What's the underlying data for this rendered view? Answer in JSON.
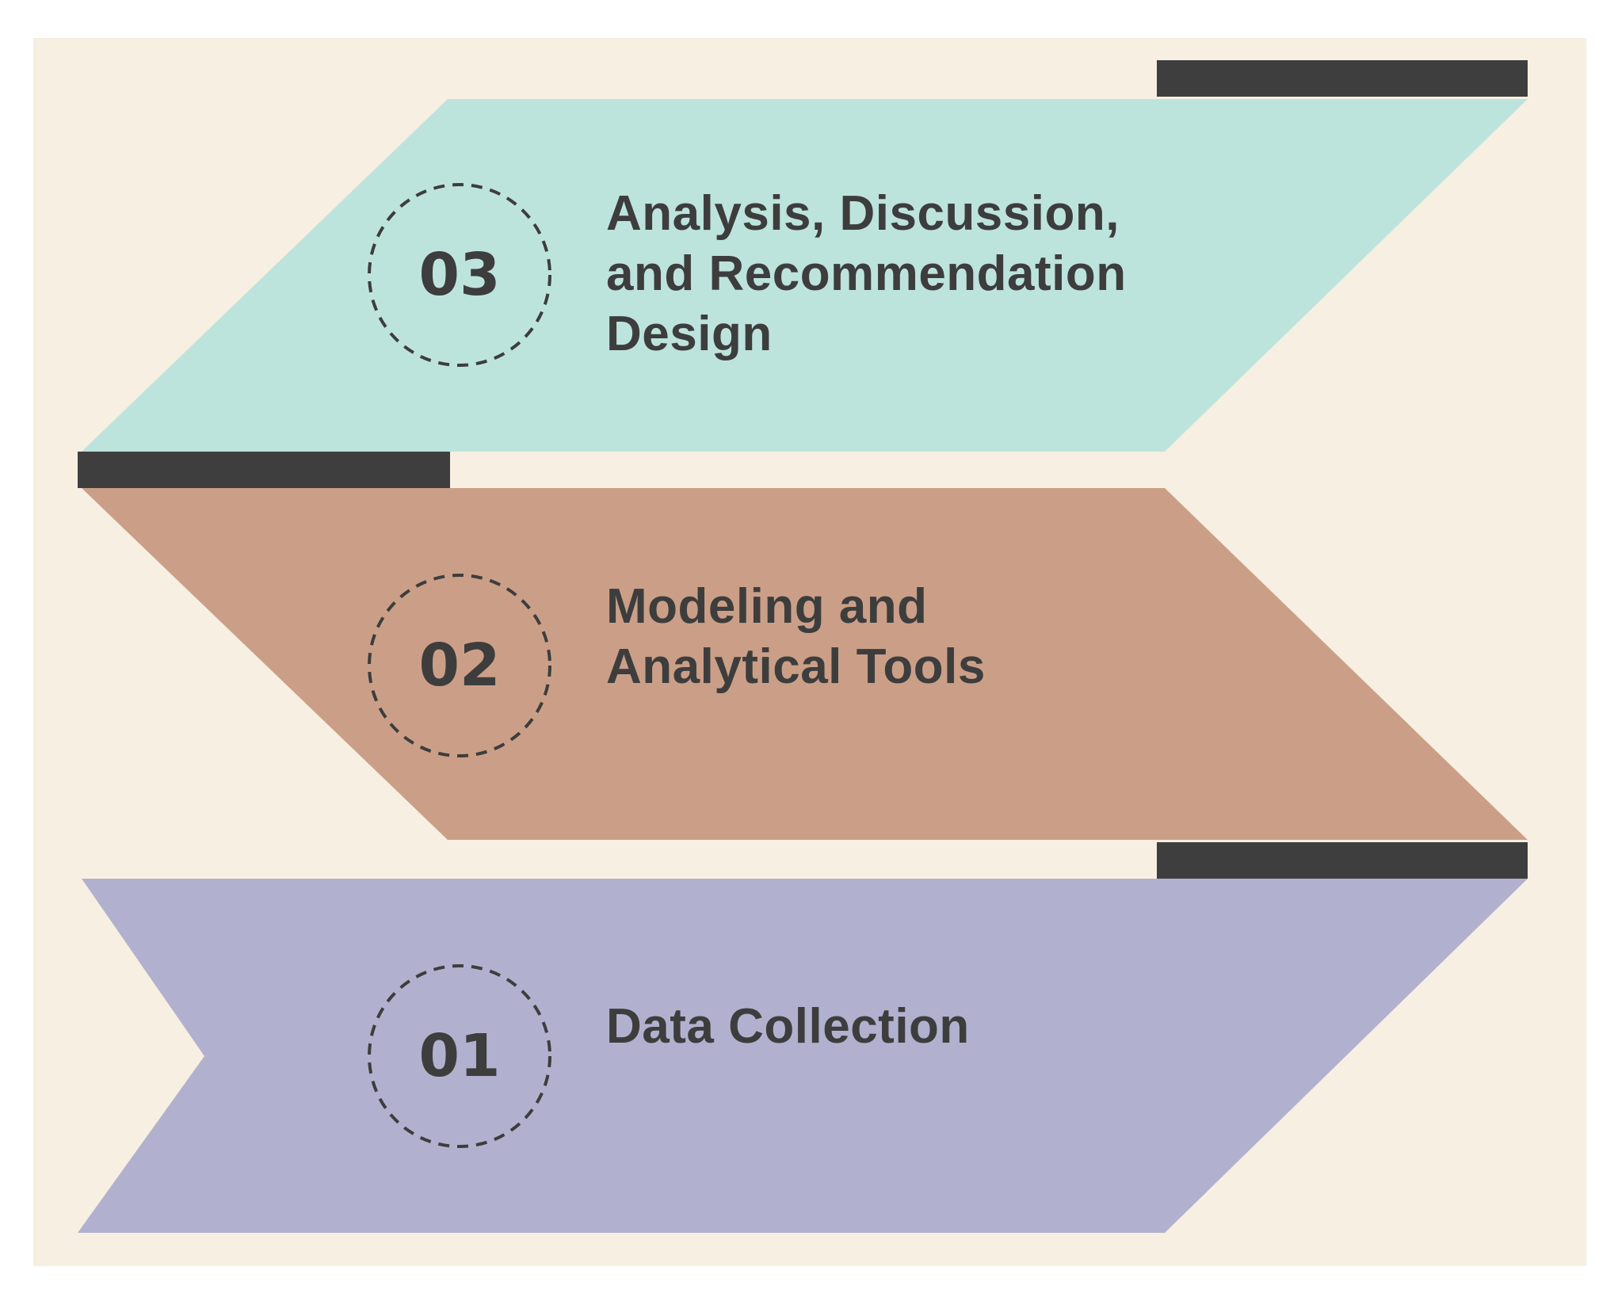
{
  "colors": {
    "page": "#ffffff",
    "panel": "#f7efe1",
    "bar": "#3e3e3e",
    "step_03": "#bde4dc",
    "step_02": "#cb9f87",
    "step_01": "#b1b1cf",
    "text": "#3d3d3d",
    "circle_border": "#3d3d3d"
  },
  "steps": [
    {
      "number": "03",
      "title_lines": [
        "Analysis, Discussion,",
        "and Recommendation",
        "Design"
      ]
    },
    {
      "number": "02",
      "title_lines": [
        "Modeling and",
        "Analytical Tools"
      ]
    },
    {
      "number": "01",
      "title_lines": [
        "Data Collection"
      ]
    }
  ]
}
